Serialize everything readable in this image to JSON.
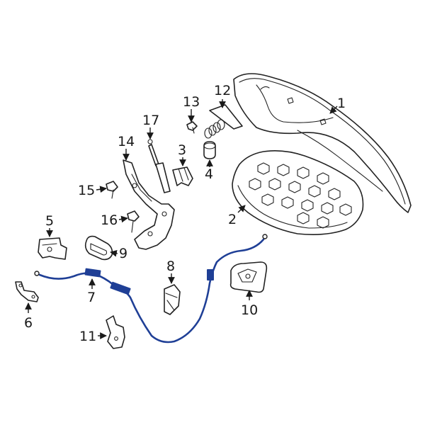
{
  "diagram": {
    "colors": {
      "highlight_cable": "#1f3f96",
      "outline": "#222222",
      "background": "#ffffff"
    },
    "callouts": {
      "c1": "1",
      "c2": "2",
      "c3": "3",
      "c4": "4",
      "c5": "5",
      "c6": "6",
      "c7": "7",
      "c8": "8",
      "c9": "9",
      "c10": "10",
      "c11": "11",
      "c12": "12",
      "c13": "13",
      "c14": "14",
      "c15": "15",
      "c16": "16",
      "c17": "17"
    }
  }
}
